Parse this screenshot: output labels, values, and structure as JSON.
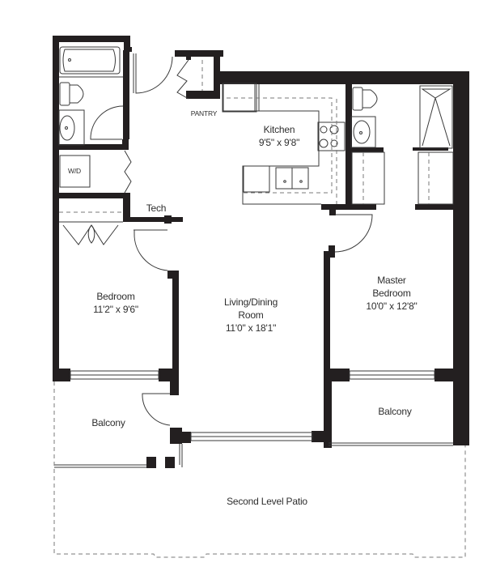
{
  "floorplan": {
    "rooms": [
      {
        "id": "kitchen",
        "name": "Kitchen",
        "size": "9'5\" x 9'8\""
      },
      {
        "id": "bedroom",
        "name": "Bedroom",
        "size": "11'2\" x 9'6\""
      },
      {
        "id": "living",
        "name_line1": "Living/Dining",
        "name_line2": "Room",
        "size": "11'0\" x 18'1\""
      },
      {
        "id": "master",
        "name_line1": "Master",
        "name_line2": "Bedroom",
        "size": "10'0\" x 12'8\""
      }
    ],
    "labels": {
      "pantry": "PANTRY",
      "washer_dryer": "W/D",
      "tech": "Tech",
      "balcony_left": "Balcony",
      "balcony_right": "Balcony",
      "patio": "Second Level Patio"
    },
    "colors": {
      "wall": "#231f20",
      "line": "#3a3a3a",
      "dash": "#7a7a7a",
      "text": "#2e2e2e",
      "background": "#ffffff"
    }
  }
}
